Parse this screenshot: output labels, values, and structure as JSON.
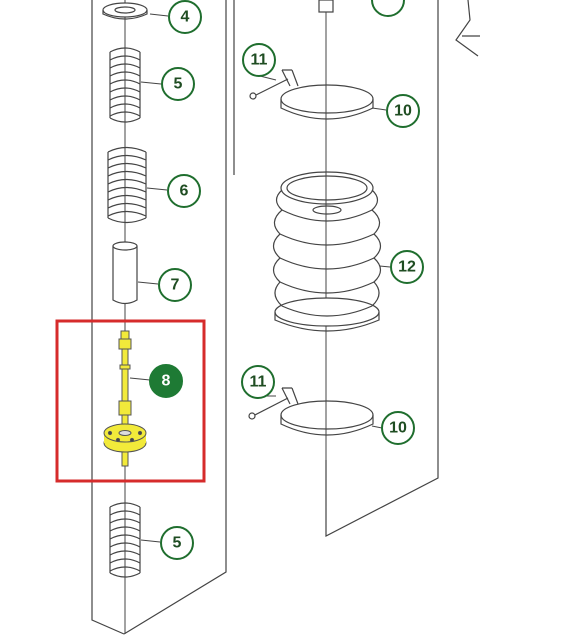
{
  "colors": {
    "line": "#444444",
    "callout_border": "#1f6e2e",
    "callout_text": "#1f4d22",
    "selected_fill": "#1e7a34",
    "selected_text": "#ffffff",
    "highlight_box": "#d62b2b",
    "highlight_part": "#f2ea3a"
  },
  "callouts": [
    {
      "id": "callout-4-top",
      "label": "4",
      "selected": false
    },
    {
      "id": "callout-5-upper",
      "label": "5",
      "selected": false
    },
    {
      "id": "callout-6",
      "label": "6",
      "selected": false
    },
    {
      "id": "callout-7",
      "label": "7",
      "selected": false
    },
    {
      "id": "callout-8",
      "label": "8",
      "selected": true
    },
    {
      "id": "callout-5-lower",
      "label": "5",
      "selected": false
    },
    {
      "id": "callout-11-upper",
      "label": "11",
      "selected": false
    },
    {
      "id": "callout-10-upper",
      "label": "10",
      "selected": false
    },
    {
      "id": "callout-12",
      "label": "12",
      "selected": false
    },
    {
      "id": "callout-11-lower",
      "label": "11",
      "selected": false
    },
    {
      "id": "callout-10-lower",
      "label": "10",
      "selected": false
    }
  ],
  "icons": [
    "spring-icon",
    "sleeve-icon",
    "valve-stem-icon",
    "clamp-ring-icon",
    "bellows-icon",
    "screw-icon"
  ]
}
